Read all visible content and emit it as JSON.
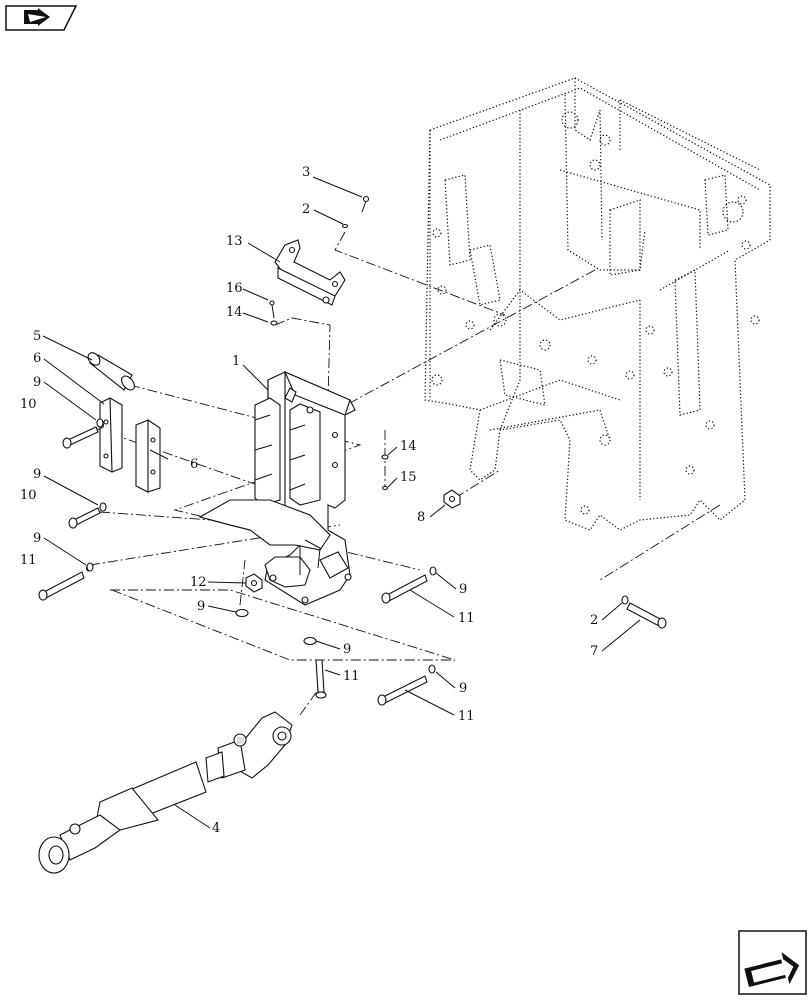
{
  "navigation": {
    "prev_icon": "back-arrow-icon",
    "next_icon": "forward-arrow-icon"
  },
  "callouts": [
    {
      "id": "c3",
      "text": "3"
    },
    {
      "id": "c2a",
      "text": "2"
    },
    {
      "id": "c13",
      "text": "13"
    },
    {
      "id": "c16",
      "text": "16"
    },
    {
      "id": "c14a",
      "text": "14"
    },
    {
      "id": "c5",
      "text": "5"
    },
    {
      "id": "c1",
      "text": "1"
    },
    {
      "id": "c6a",
      "text": "6"
    },
    {
      "id": "c9a",
      "text": "9"
    },
    {
      "id": "c10a",
      "text": "10"
    },
    {
      "id": "c6b",
      "text": "6"
    },
    {
      "id": "c14b",
      "text": "14"
    },
    {
      "id": "c15",
      "text": "15"
    },
    {
      "id": "c9b",
      "text": "9"
    },
    {
      "id": "c10b",
      "text": "10"
    },
    {
      "id": "c8",
      "text": "8"
    },
    {
      "id": "c9c",
      "text": "9"
    },
    {
      "id": "c11a",
      "text": "11"
    },
    {
      "id": "c12",
      "text": "12"
    },
    {
      "id": "c9d",
      "text": "9"
    },
    {
      "id": "c9e",
      "text": "9"
    },
    {
      "id": "c11b",
      "text": "11"
    },
    {
      "id": "c9f",
      "text": "9"
    },
    {
      "id": "c11c",
      "text": "11"
    },
    {
      "id": "c9g",
      "text": "9"
    },
    {
      "id": "c11d",
      "text": "11"
    },
    {
      "id": "c2b",
      "text": "2"
    },
    {
      "id": "c7",
      "text": "7"
    },
    {
      "id": "c4",
      "text": "4"
    }
  ]
}
